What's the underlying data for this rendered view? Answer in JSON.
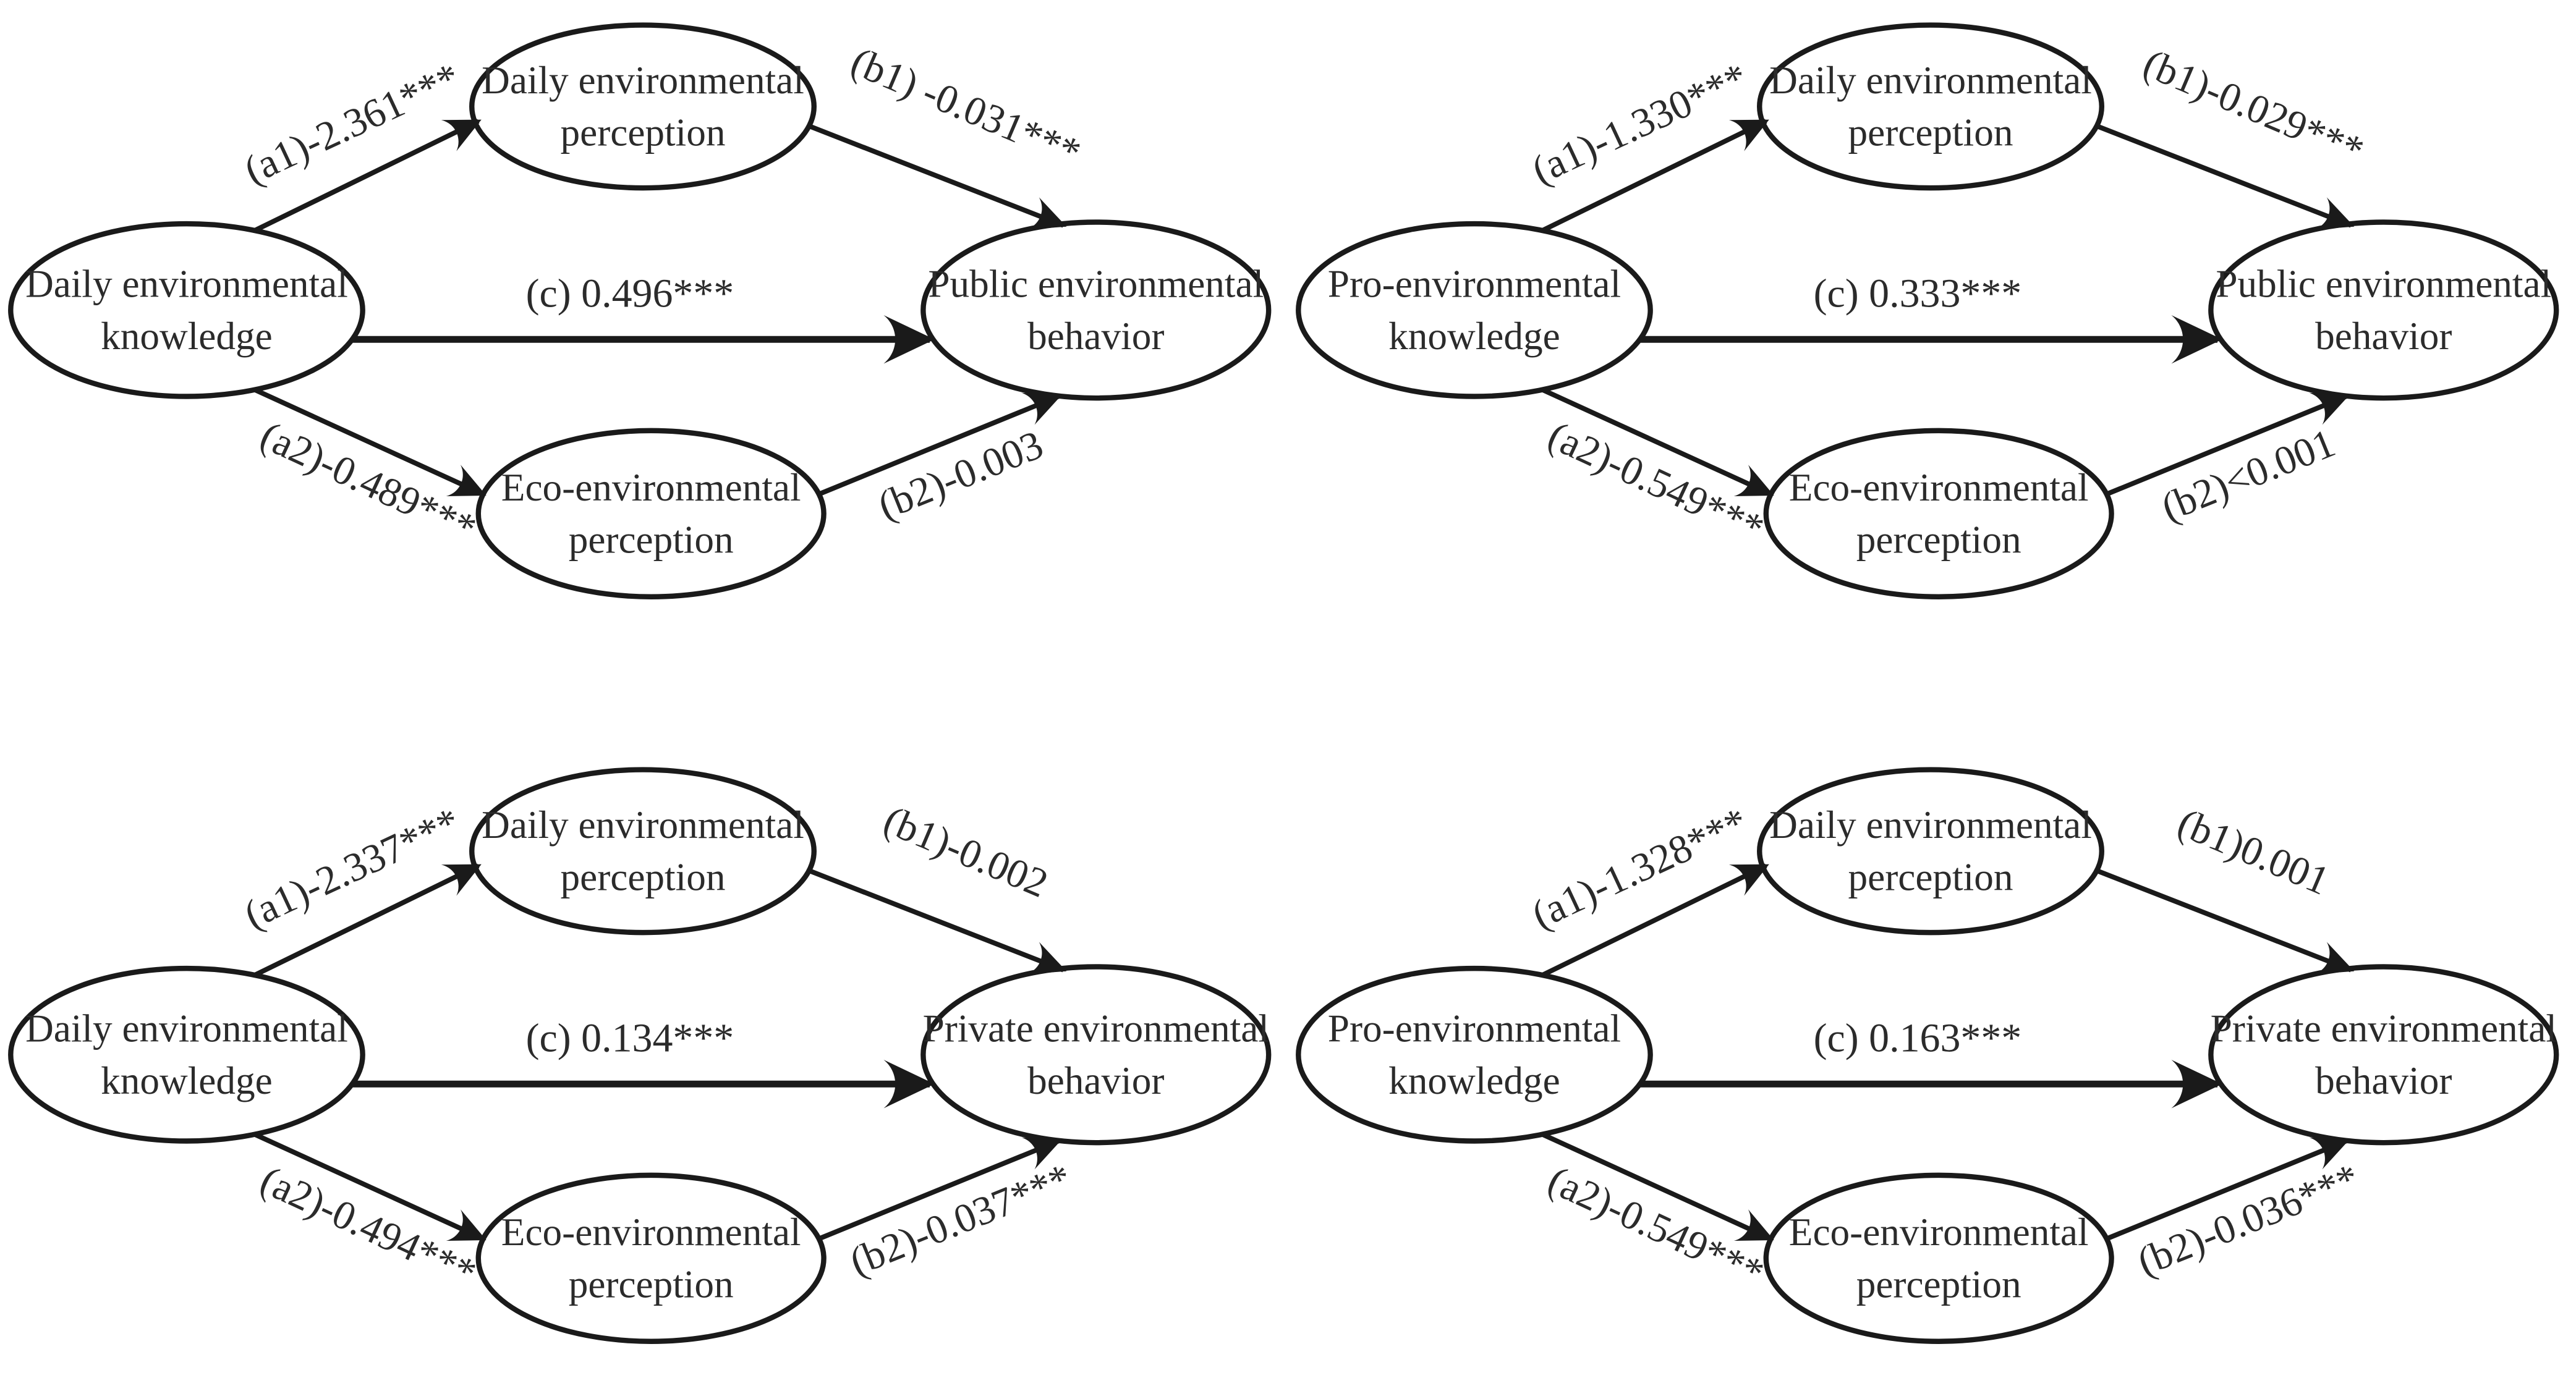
{
  "colors": {
    "background": "#ffffff",
    "ink": "#1a1a1a",
    "text": "#2b2b2b"
  },
  "diagrams": [
    {
      "position": "top-left",
      "nodes": {
        "predictor": {
          "line1": "Daily environmental",
          "line2": "knowledge"
        },
        "mediator_top": {
          "line1": "Daily environmental",
          "line2": "perception"
        },
        "mediator_bottom": {
          "line1": "Eco-environmental",
          "line2": "perception"
        },
        "outcome": {
          "line1": "Public environmental",
          "line2": "behavior"
        }
      },
      "paths": {
        "a1": "(a1)-2.361***",
        "b1": "(b1) -0.031***",
        "c": "(c) 0.496***",
        "a2": "(a2)-0.489***",
        "b2": "(b2)-0.003"
      }
    },
    {
      "position": "top-right",
      "nodes": {
        "predictor": {
          "line1": "Pro-environmental",
          "line2": "knowledge"
        },
        "mediator_top": {
          "line1": "Daily environmental",
          "line2": "perception"
        },
        "mediator_bottom": {
          "line1": "Eco-environmental",
          "line2": "perception"
        },
        "outcome": {
          "line1": "Public environmental",
          "line2": "behavior"
        }
      },
      "paths": {
        "a1": "(a1)-1.330***",
        "b1": "(b1)-0.029***",
        "c": "(c) 0.333***",
        "a2": "(a2)-0.549***",
        "b2": "(b2)<0.001"
      }
    },
    {
      "position": "bottom-left",
      "nodes": {
        "predictor": {
          "line1": "Daily environmental",
          "line2": "knowledge"
        },
        "mediator_top": {
          "line1": "Daily environmental",
          "line2": "perception"
        },
        "mediator_bottom": {
          "line1": "Eco-environmental",
          "line2": "perception"
        },
        "outcome": {
          "line1": "Private environmental",
          "line2": "behavior"
        }
      },
      "paths": {
        "a1": "(a1)-2.337***",
        "b1": "(b1)-0.002",
        "c": "(c) 0.134***",
        "a2": "(a2)-0.494***",
        "b2": "(b2)-0.037***"
      }
    },
    {
      "position": "bottom-right",
      "nodes": {
        "predictor": {
          "line1": "Pro-environmental",
          "line2": "knowledge"
        },
        "mediator_top": {
          "line1": "Daily environmental",
          "line2": "perception"
        },
        "mediator_bottom": {
          "line1": "Eco-environmental",
          "line2": "perception"
        },
        "outcome": {
          "line1": "Private environmental",
          "line2": "behavior"
        }
      },
      "paths": {
        "a1": "(a1)-1.328***",
        "b1": "(b1)0.001",
        "c": "(c) 0.163***",
        "a2": "(a2)-0.549***",
        "b2": "(b2)-0.036***"
      }
    }
  ]
}
